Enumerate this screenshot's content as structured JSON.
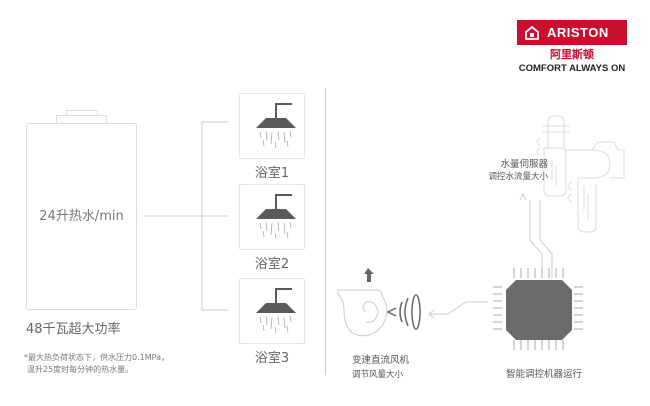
{
  "brand": {
    "name": "ARISTON",
    "name_cn": "阿里斯顿",
    "tagline": "COMFORT ALWAYS ON",
    "color": "#c8102e"
  },
  "heater": {
    "flow_label": "24升热水/min",
    "power_label": "48千瓦超大功率",
    "note_lines": [
      "*最大热负荷状态下，供水压力0.1MPa，",
      "温升25度时每分钟的热水量。"
    ]
  },
  "bathrooms": [
    {
      "label": "浴室1",
      "icon": "shower-icon"
    },
    {
      "label": "浴室2",
      "icon": "shower-icon"
    },
    {
      "label": "浴室3",
      "icon": "shower-icon"
    }
  ],
  "components": {
    "servo": {
      "title": "水量伺服器",
      "subtitle": "调控水流量大小"
    },
    "fan": {
      "title": "变速直流风机",
      "subtitle": "调节风量大小"
    },
    "chip": {
      "title": "智能调控机器运行"
    }
  },
  "colors": {
    "icon_dark": "#5a5a5a",
    "line": "#cccccc"
  }
}
